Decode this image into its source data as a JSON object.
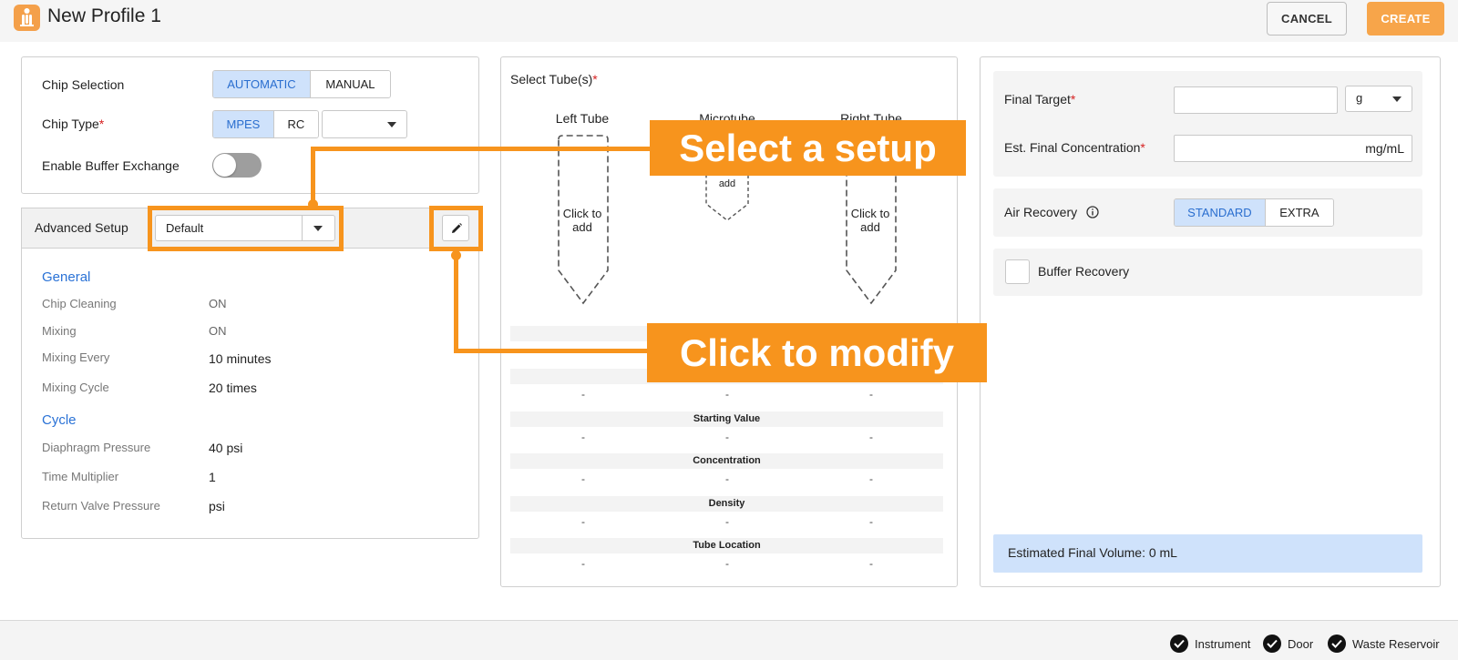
{
  "header": {
    "title": "New Profile 1",
    "cancel_label": "CANCEL",
    "create_label": "CREATE"
  },
  "chip": {
    "selection_label": "Chip Selection",
    "selection_options": [
      "AUTOMATIC",
      "MANUAL"
    ],
    "selection_active": "AUTOMATIC",
    "type_label": "Chip Type",
    "type_options": [
      "MPES",
      "RC"
    ],
    "type_active": "MPES",
    "type_dropdown_value": "",
    "buffer_exchange_label": "Enable Buffer Exchange",
    "buffer_exchange_on": false
  },
  "advanced": {
    "label": "Advanced Setup",
    "setup_value": "Default",
    "general_title": "General",
    "chip_cleaning_label": "Chip Cleaning",
    "chip_cleaning_value": "ON",
    "mixing_label": "Mixing",
    "mixing_value": "ON",
    "mixing_every_label": "Mixing Every",
    "mixing_every_value": "10 minutes",
    "mixing_cycle_label": "Mixing Cycle",
    "mixing_cycle_value": "20 times",
    "cycle_title": "Cycle",
    "diaphragm_label": "Diaphragm Pressure",
    "diaphragm_value": "40 psi",
    "time_mult_label": "Time Multiplier",
    "time_mult_value": "1",
    "return_valve_label": "Return Valve Pressure",
    "return_valve_value": "psi"
  },
  "tubes": {
    "title": "Select Tube(s)",
    "left_label": "Left Tube",
    "micro_label": "Microtube",
    "right_label": "Right Tube",
    "click_to": "Click to",
    "add": "add",
    "micro_partial": "add",
    "rows": {
      "r2": "Starting Value",
      "r3": "Concentration",
      "r4": "Density",
      "r5": "Tube Location"
    },
    "dash": "-"
  },
  "right": {
    "final_target_label": "Final Target",
    "final_target_value": "",
    "unit_value": "g",
    "est_conc_label": "Est. Final Concentration",
    "est_conc_unit": "mg/mL",
    "air_recovery_label": "Air Recovery",
    "air_options": [
      "STANDARD",
      "EXTRA"
    ],
    "air_active": "STANDARD",
    "buffer_recovery_label": "Buffer Recovery",
    "buffer_recovery_checked": false,
    "est_volume": "Estimated Final Volume: 0 mL"
  },
  "annotations": {
    "select_setup": "Select a setup",
    "click_modify": "Click to modify"
  },
  "footer": {
    "instrument": "Instrument",
    "door": "Door",
    "waste": "Waste Reservoir"
  },
  "colors": {
    "accent_orange": "#f7941d",
    "create_orange": "#f7a54a",
    "active_blue_bg": "#cfe2fb",
    "active_blue_text": "#2a6ecf",
    "section_blue": "#2a72d6",
    "required_red": "#d62222"
  }
}
